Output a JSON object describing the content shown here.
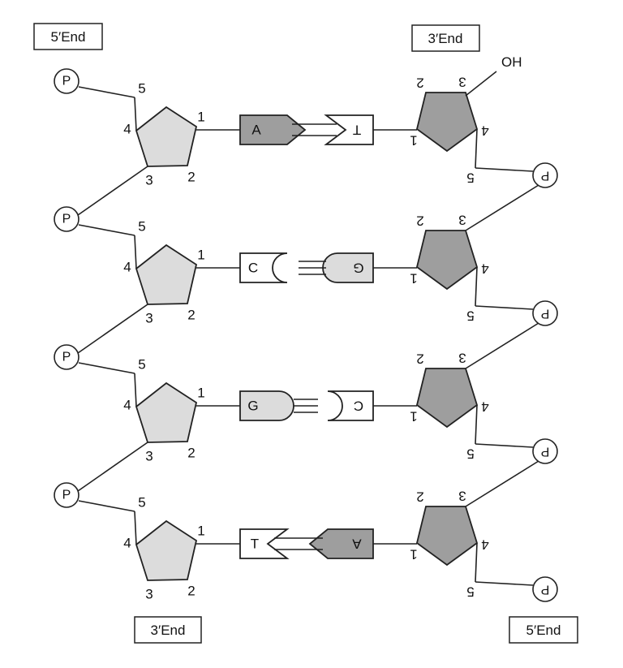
{
  "labels": {
    "end_top_left": "5′End",
    "end_top_right": "3′End",
    "end_bottom_left": "3′End",
    "end_bottom_right": "5′End",
    "hydroxyl": "OH",
    "phosphate": "P",
    "carbon_1": "1",
    "carbon_2": "2",
    "carbon_3": "3",
    "carbon_4": "4",
    "carbon_5": "5"
  },
  "base_pairs": [
    {
      "left_base": "A",
      "right_base": "T",
      "hydrogen_bonds": 2
    },
    {
      "left_base": "C",
      "right_base": "G",
      "hydrogen_bonds": 3
    },
    {
      "left_base": "G",
      "right_base": "C",
      "hydrogen_bonds": 3
    },
    {
      "left_base": "T",
      "right_base": "A",
      "hydrogen_bonds": 2
    }
  ],
  "colors": {
    "left_sugar": "#dcdcdc",
    "right_sugar": "#9e9e9e",
    "base_A": "#9e9e9e",
    "base_G": "#dcdcdc",
    "base_C": "#ffffff",
    "base_T": "#ffffff",
    "stroke": "#222222"
  }
}
